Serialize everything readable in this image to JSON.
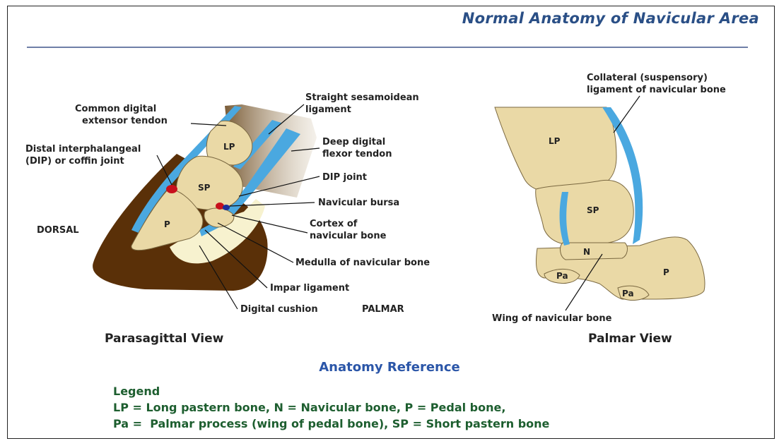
{
  "header": {
    "title": "Normal Anatomy of Navicular Area"
  },
  "parasagittal": {
    "view_title": "Parasagittal View",
    "labels": {
      "common_digital_extensor": [
        "Common digital",
        "extensor tendon"
      ],
      "distal_interphalangeal": [
        "Distal interphalangeal",
        "(DIP) or coffin joint"
      ],
      "dorsal": "DORSAL",
      "straight_sesamoidean": [
        "Straight sesamoidean",
        "ligament"
      ],
      "deep_digital_flexor": [
        "Deep digital",
        "flexor tendon"
      ],
      "dip_joint": "DIP joint",
      "navicular_bursa": "Navicular bursa",
      "cortex_navicular": [
        "Cortex of",
        "navicular bone"
      ],
      "medulla_navicular": "Medulla of navicular bone",
      "impar_ligament": "Impar ligament",
      "digital_cushion": "Digital cushion",
      "palmar": "PALMAR"
    },
    "bones": {
      "lp": "LP",
      "sp": "SP",
      "p": "P"
    }
  },
  "palmar": {
    "view_title": "Palmar View",
    "labels": {
      "collateral": [
        "Collateral (suspensory)",
        "ligament of navicular bone"
      ],
      "wing_navicular": "Wing of navicular bone"
    },
    "bones": {
      "lp": "LP",
      "sp": "SP",
      "n": "N",
      "pa_left": "Pa",
      "pa_right": "Pa",
      "p": "P"
    }
  },
  "reference": {
    "title": "Anatomy Reference",
    "legend_heading": "Legend",
    "legend_line1": "LP = Long pastern bone, N = Navicular bone, P = Pedal bone,",
    "legend_line2": "Pa =  Palmar process (wing of pedal bone), SP = Short pastern bone"
  },
  "colors": {
    "title_blue": "#2a4f86",
    "reference_blue": "#2b56a8",
    "legend_green": "#1d5e2f",
    "hoof_brown": "#5a3008",
    "bone_tan": "#ead9a6",
    "tendon_blue": "#4aa8e0",
    "cushion_cream": "#f7f2cf",
    "joint_red": "#c8101c"
  }
}
